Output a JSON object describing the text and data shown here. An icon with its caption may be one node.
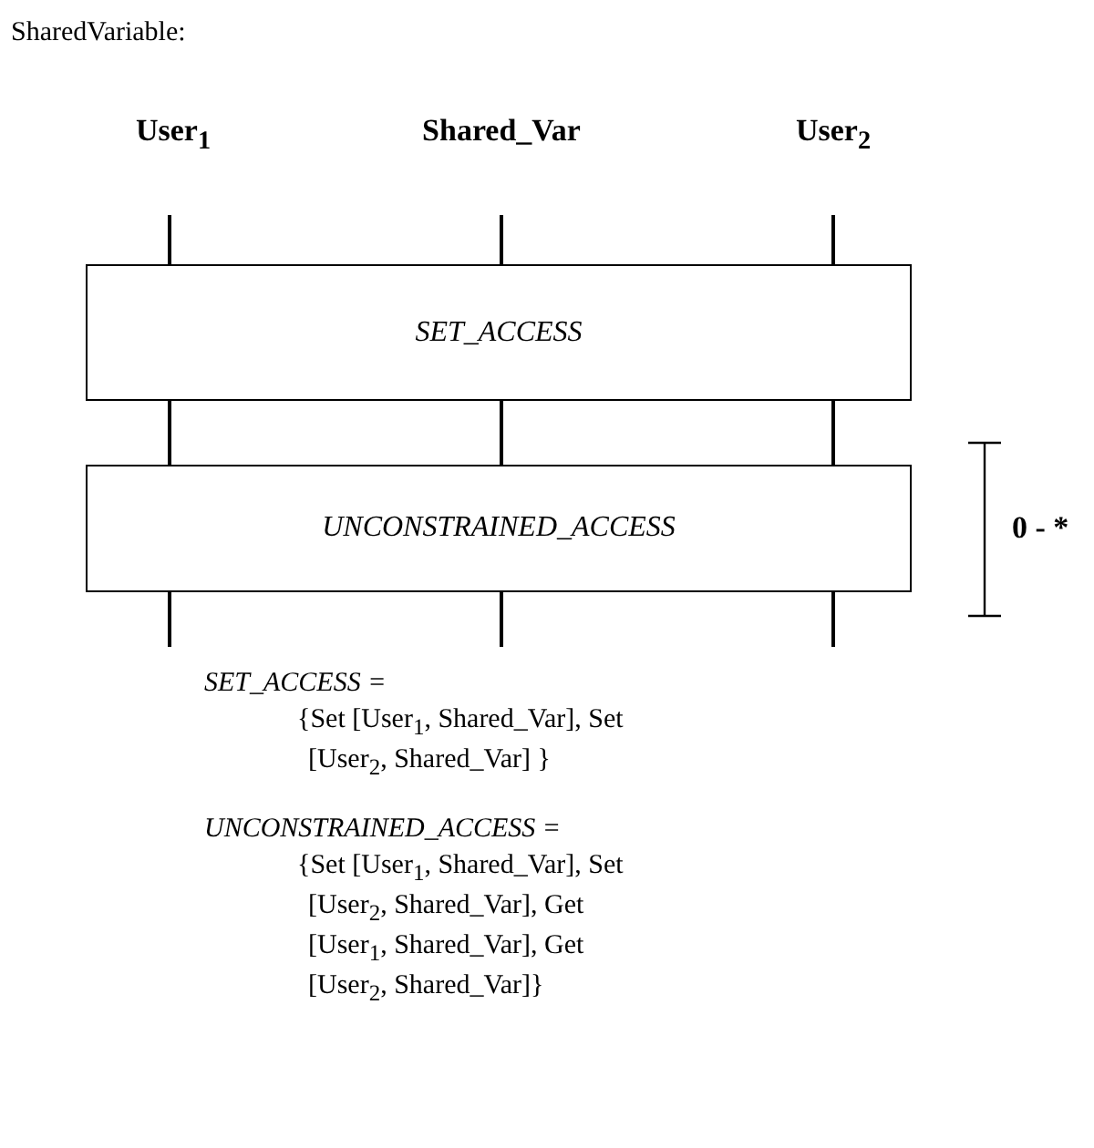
{
  "diagram": {
    "title": "SharedVariable:",
    "nodes": [
      {
        "text": [
          "User$_{1}$"
        ]
      },
      {
        "text": [
          "Shared_Var"
        ]
      },
      {
        "text": [
          "User$_{2}$"
        ]
      },
      {
        "text": [
          "SET_ACCESS"
        ]
      },
      {
        "text": [
          "UNCONSTRAINED_ACCESS"
        ],
        "beside": [
          "0 - *"
        ]
      }
    ],
    "edges": [
      {
        "from": 0,
        "to": 3,
        "arrow": "none"
      },
      {
        "from": 1,
        "to": 3,
        "arrow": "none"
      },
      {
        "from": 2,
        "to": 3,
        "arrow": "none"
      },
      {
        "from": 3,
        "to": 4,
        "arrow": "none"
      },
      {
        "from": 3,
        "to": 4,
        "arrow": "none"
      },
      {
        "from": 3,
        "to": 4,
        "arrow": "none"
      },
      {
        "from": 4,
        "to": null,
        "arrow": "none"
      },
      {
        "from": 4,
        "to": null,
        "arrow": "none"
      },
      {
        "from": 4,
        "to": null,
        "arrow": "none"
      }
    ],
    "labels": [
      "SET_ACCESS =",
      "{Set [User$_{1}$, Shared_Var], Set [User$_{2}$, Shared_Var] }",
      "UNCONSTRAINED_ACCESS =",
      "{Set [User$_{1}$, Shared_Var], Set [User$_{2}$, Shared_Var], Get [User$_{1}$, Shared_Var], Get [User$_{2}$, Shared_Var]}"
    ]
  }
}
